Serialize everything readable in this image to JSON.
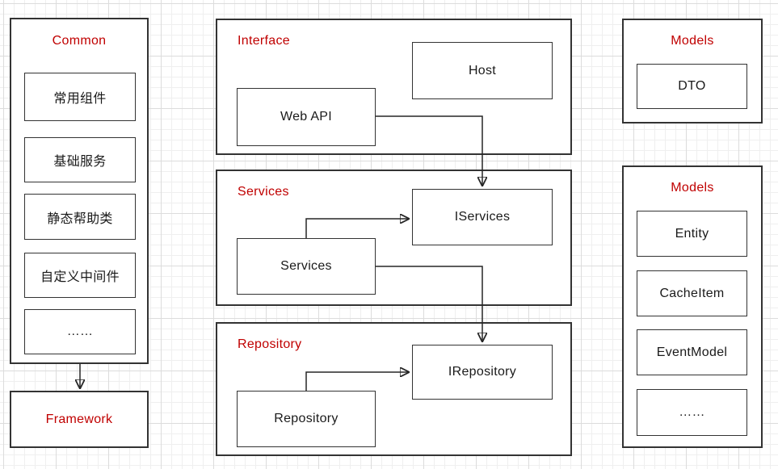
{
  "colors": {
    "title_red": "#c00000",
    "node_border": "#333333",
    "connector": "#262626",
    "grid_minor": "#efefef",
    "grid_major": "#dcdcdc",
    "background": "#ffffff"
  },
  "diagram": {
    "common": {
      "title": "Common",
      "items": [
        "常用组件",
        "基础服务",
        "静态帮助类",
        "自定义中间件",
        "……"
      ]
    },
    "framework": {
      "title": "Framework"
    },
    "interface_group": {
      "title": "Interface",
      "nodes": {
        "host": "Host",
        "web_api": "Web API"
      }
    },
    "services_group": {
      "title": "Services",
      "nodes": {
        "iservices": "IServices",
        "services": "Services"
      }
    },
    "repository_group": {
      "title": "Repository",
      "nodes": {
        "irepository": "IRepository",
        "repository": "Repository"
      }
    },
    "models_dto": {
      "title": "Models",
      "items": [
        "DTO"
      ]
    },
    "models_entities": {
      "title": "Models",
      "items": [
        "Entity",
        "CacheItem",
        "EventModel",
        "……"
      ]
    }
  }
}
